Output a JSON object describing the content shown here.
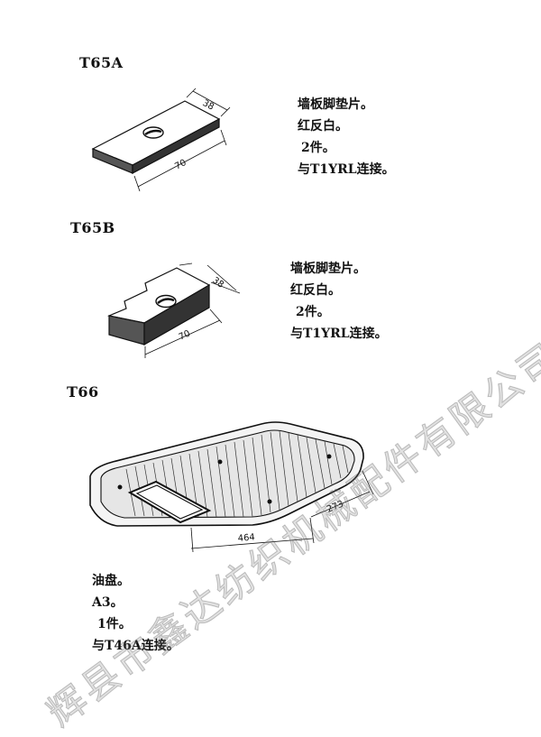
{
  "parts": [
    {
      "code": "T65A",
      "lines": [
        "墙板脚垫片。",
        "红反白。",
        "2件。",
        "与T1YRL连接。"
      ],
      "dims": {
        "width": "38",
        "length": "70"
      }
    },
    {
      "code": "T65B",
      "lines": [
        "墙板脚垫片。",
        "红反白。",
        "2件。",
        "与T1YRL连接。"
      ],
      "dims": {
        "width": "38",
        "length": "70"
      }
    },
    {
      "code": "T66",
      "lines": [
        "油盘。",
        "A3。",
        "1件。",
        "与T46A连接。"
      ],
      "dims": {
        "width": "273",
        "length": "464"
      }
    }
  ],
  "watermark": "辉县市鑫达纺织机械配件有限公司"
}
